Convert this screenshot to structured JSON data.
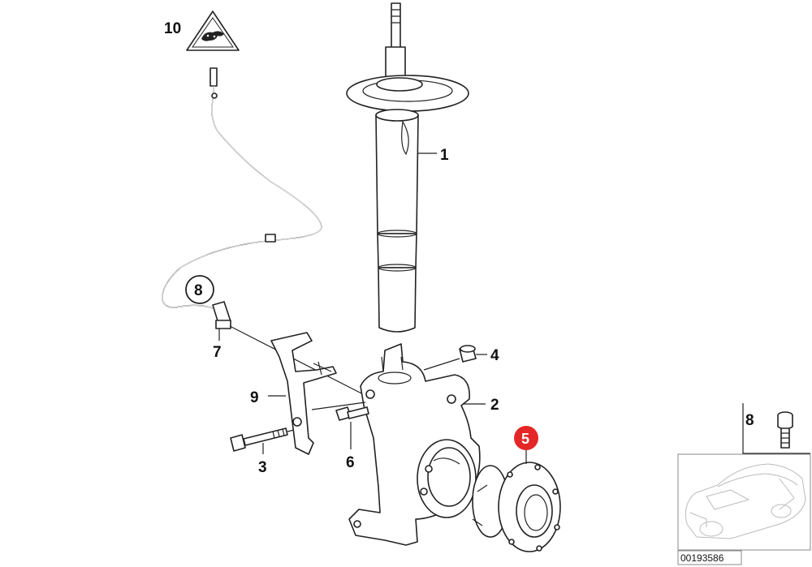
{
  "diagram": {
    "callouts": {
      "part1": "1",
      "part2": "2",
      "part3": "3",
      "part4": "4",
      "part5": "5",
      "part6": "6",
      "part7": "7",
      "part8_circled": "8",
      "part8_inset": "8",
      "part9": "9",
      "part10": "10"
    },
    "highlight_color": "#e32626",
    "highlighted_part": "5",
    "warning_icon": "leopard-warning-triangle-icon",
    "diagram_code": "00193586"
  }
}
